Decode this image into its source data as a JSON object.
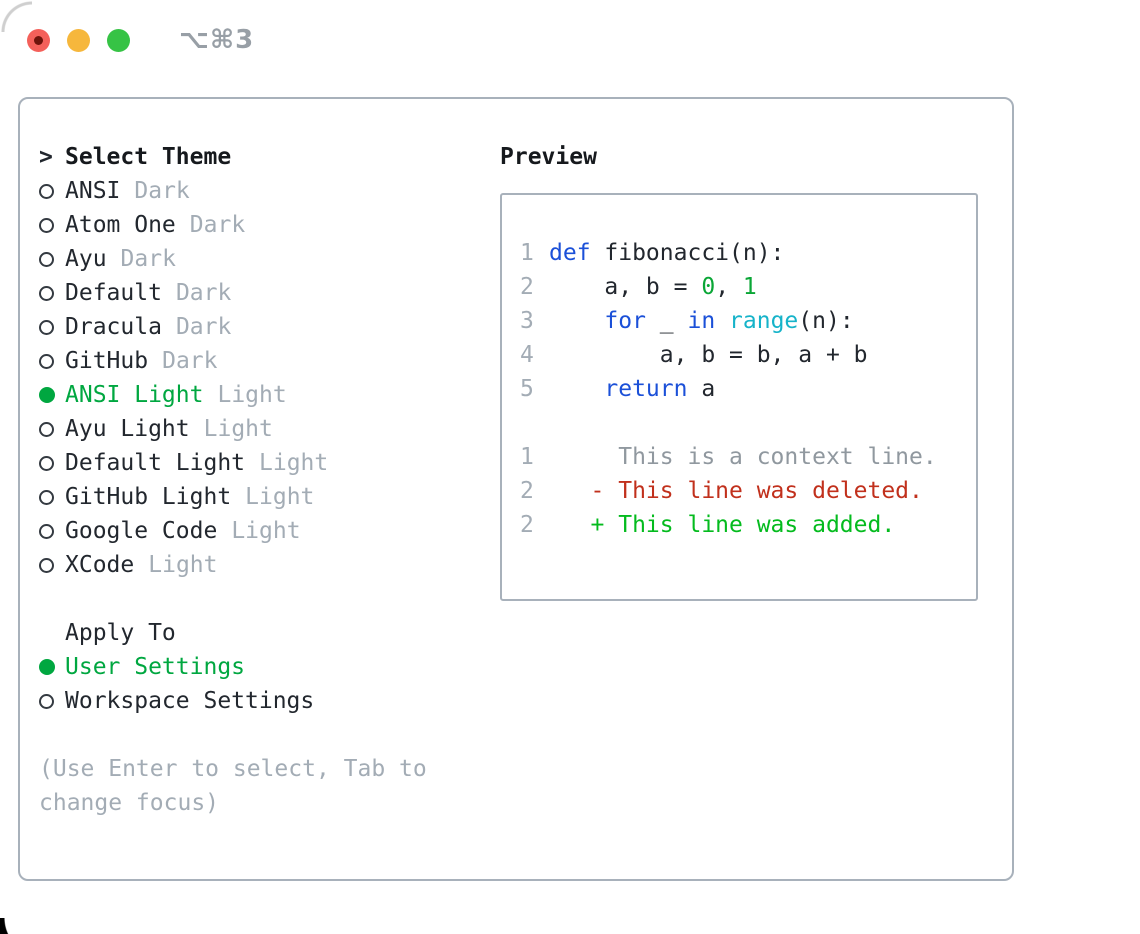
{
  "titlebar": {
    "shortcut_label": "⌥⌘3",
    "traffic_lights": [
      {
        "name": "close",
        "color": "#f4605a"
      },
      {
        "name": "minimize",
        "color": "#f6b73c"
      },
      {
        "name": "zoom",
        "color": "#36c345"
      }
    ]
  },
  "theme_selector": {
    "prompt": ">",
    "title": "Select Theme",
    "items": [
      {
        "name": "ANSI",
        "variant": "Dark",
        "selected": false
      },
      {
        "name": "Atom One",
        "variant": "Dark",
        "selected": false
      },
      {
        "name": "Ayu",
        "variant": "Dark",
        "selected": false
      },
      {
        "name": "Default",
        "variant": "Dark",
        "selected": false
      },
      {
        "name": "Dracula",
        "variant": "Dark",
        "selected": false
      },
      {
        "name": "GitHub",
        "variant": "Dark",
        "selected": false
      },
      {
        "name": "ANSI Light",
        "variant": "Light",
        "selected": true
      },
      {
        "name": "Ayu Light",
        "variant": "Light",
        "selected": false
      },
      {
        "name": "Default Light",
        "variant": "Light",
        "selected": false
      },
      {
        "name": "GitHub Light",
        "variant": "Light",
        "selected": false
      },
      {
        "name": "Google Code",
        "variant": "Light",
        "selected": false
      },
      {
        "name": "XCode",
        "variant": "Light",
        "selected": false
      }
    ]
  },
  "apply_to": {
    "title": "Apply To",
    "options": [
      {
        "name": "User Settings",
        "selected": true
      },
      {
        "name": "Workspace Settings",
        "selected": false
      }
    ]
  },
  "hint": "(Use Enter to select, Tab to change focus)",
  "preview": {
    "title": "Preview",
    "code_lines": [
      {
        "num": "1",
        "segments": [
          {
            "t": "def",
            "c": "kw"
          },
          {
            "t": " fibonacci(n):",
            "c": "fg"
          }
        ]
      },
      {
        "num": "2",
        "segments": [
          {
            "t": "    a, b = ",
            "c": "fg"
          },
          {
            "t": "0",
            "c": "lit"
          },
          {
            "t": ", ",
            "c": "fg"
          },
          {
            "t": "1",
            "c": "lit"
          }
        ]
      },
      {
        "num": "3",
        "segments": [
          {
            "t": "    ",
            "c": "fg"
          },
          {
            "t": "for",
            "c": "kw"
          },
          {
            "t": " _ ",
            "c": "fg"
          },
          {
            "t": "in",
            "c": "kw"
          },
          {
            "t": " ",
            "c": "fg"
          },
          {
            "t": "range",
            "c": "fn"
          },
          {
            "t": "(n):",
            "c": "fg"
          }
        ]
      },
      {
        "num": "4",
        "segments": [
          {
            "t": "        a, b = b, a + b",
            "c": "fg"
          }
        ]
      },
      {
        "num": "5",
        "segments": [
          {
            "t": "    ",
            "c": "fg"
          },
          {
            "t": "return",
            "c": "kw"
          },
          {
            "t": " a",
            "c": "fg"
          }
        ]
      }
    ],
    "diff_lines": [
      {
        "num": "1",
        "text": "     This is a context line.",
        "type": "context"
      },
      {
        "num": "2",
        "text": "   - This line was deleted.",
        "type": "deleted"
      },
      {
        "num": "2",
        "text": "   + This line was added.",
        "type": "added"
      }
    ]
  },
  "colors": {
    "window_border": "#a8b1bb",
    "text_dark": "#22272e",
    "text_gray": "#a3acb5",
    "selection_green": "#00a740",
    "keyword_blue": "#1b50d8",
    "function_cyan": "#16b3c9",
    "literal_green": "#0aa636",
    "diff_added_green": "#04bb1e",
    "diff_deleted_red": "#c1301c",
    "diff_context_gray": "#90989f",
    "line_number_gray": "#a3acb5"
  }
}
